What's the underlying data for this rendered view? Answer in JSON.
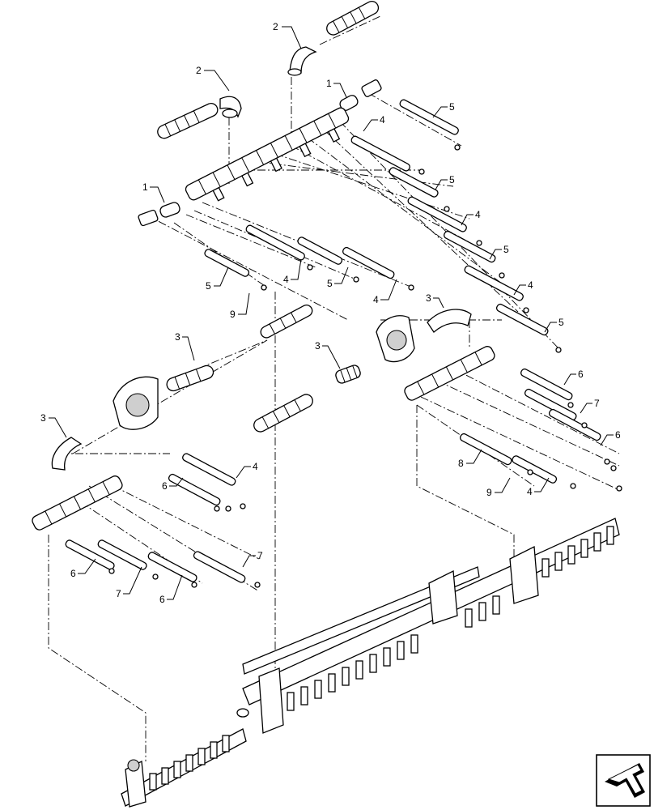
{
  "diagram": {
    "callouts": {
      "c01": "2",
      "c02": "2",
      "c03": "1",
      "c04": "5",
      "c05": "4",
      "c06": "1",
      "c07": "5",
      "c08": "4",
      "c09": "5",
      "c10": "4",
      "c11": "5",
      "c12": "4",
      "c13": "5",
      "c14": "5",
      "c15": "4",
      "c16": "9",
      "c17": "3",
      "c18": "3",
      "c19": "3",
      "c20": "3",
      "c21": "6",
      "c22": "7",
      "c23": "6",
      "c24": "8",
      "c25": "9",
      "c26": "4",
      "c27": "4",
      "c28": "6",
      "c29": "6",
      "c30": "7",
      "c31": "7",
      "c32": "6"
    }
  },
  "nav": {
    "icon": "next-page-arrow-icon"
  }
}
